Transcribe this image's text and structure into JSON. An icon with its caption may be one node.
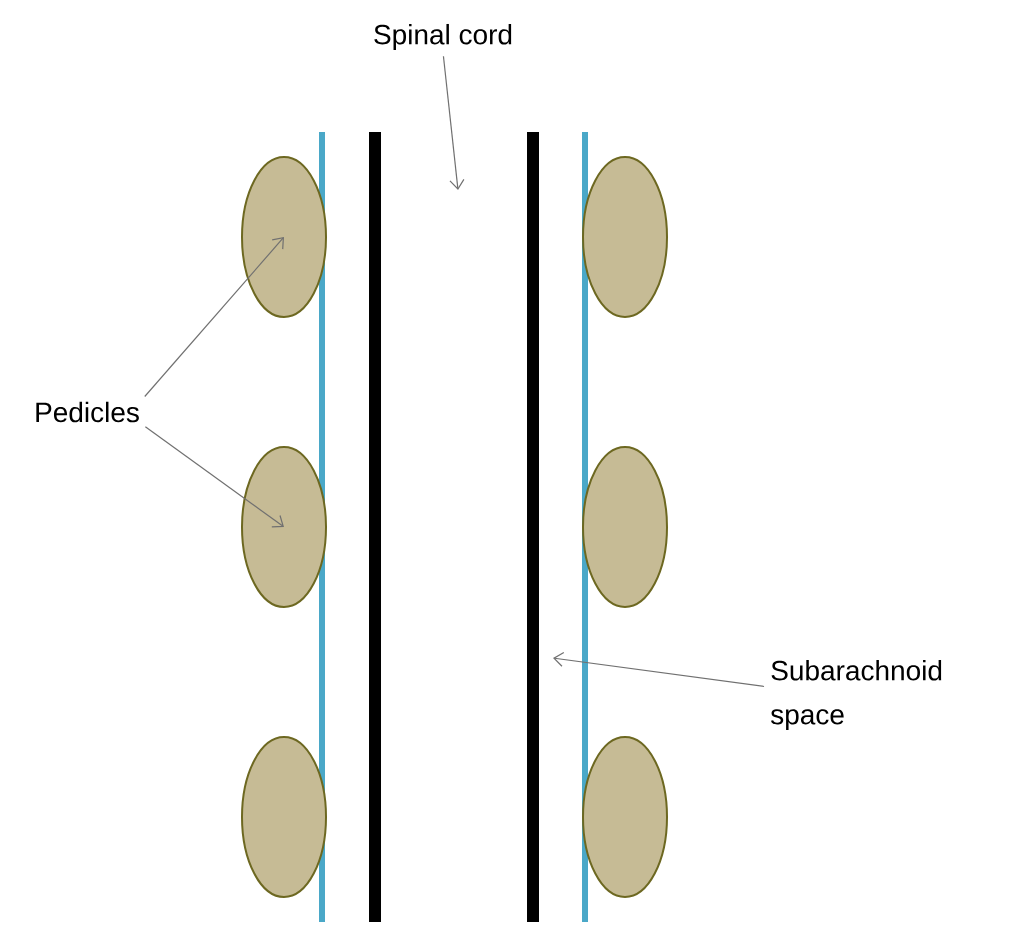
{
  "diagram": {
    "nodes": [
      {
        "text": [
          "Spinal cord"
        ]
      },
      {
        "text": [
          "Pedicles"
        ]
      },
      {
        "text": [
          "Subarachnoid space"
        ]
      },
      {
        "text": [],
        "shape": "ellipse"
      },
      {
        "text": [],
        "shape": "ellipse"
      },
      {
        "text": [],
        "shape": "ellipse"
      },
      {
        "text": [],
        "shape": "ellipse"
      },
      {
        "text": [],
        "shape": "ellipse"
      },
      {
        "text": [],
        "shape": "ellipse"
      }
    ],
    "edges": [
      {
        "from": 0,
        "to": null,
        "arrow": "to"
      },
      {
        "from": 1,
        "to": 3,
        "arrow": "to"
      },
      {
        "from": 1,
        "to": 4,
        "arrow": "to"
      },
      {
        "from": 2,
        "to": null,
        "arrow": "to"
      }
    ]
  }
}
